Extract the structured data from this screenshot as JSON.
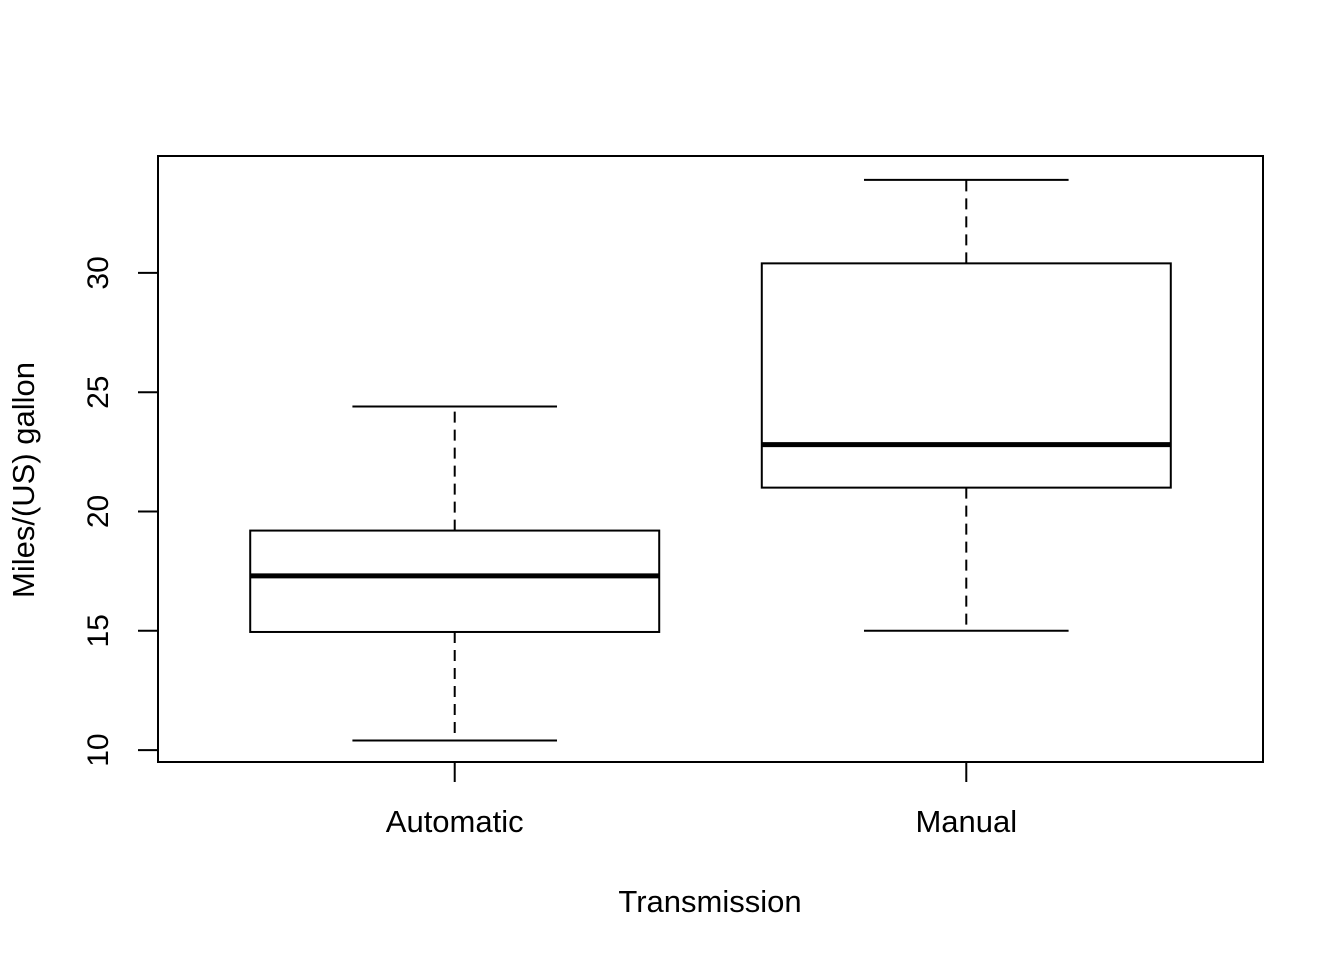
{
  "figure": {
    "background": "#ffffff"
  },
  "chart_data": {
    "type": "boxplot",
    "title": "",
    "xlabel": "Transmission",
    "ylabel": "Miles/(US) gallon",
    "categories": [
      "Automatic",
      "Manual"
    ],
    "series": [
      {
        "name": "Automatic",
        "min": 10.4,
        "q1": 14.95,
        "median": 17.3,
        "q3": 19.2,
        "max": 24.4,
        "outliers": []
      },
      {
        "name": "Manual",
        "min": 15.0,
        "q1": 21.0,
        "median": 22.8,
        "q3": 30.4,
        "max": 33.9,
        "outliers": []
      }
    ],
    "y_ticks": [
      10,
      15,
      20,
      25,
      30
    ],
    "y_tick_labels": [
      "10",
      "15",
      "20",
      "25",
      "30"
    ],
    "ylim": [
      9.5,
      34.9
    ],
    "grid": false,
    "legend_position": "none",
    "whisker_line_style": "dashed",
    "colors": {
      "line": "#000000",
      "box_fill": "#ffffff",
      "background": "#ffffff"
    }
  }
}
